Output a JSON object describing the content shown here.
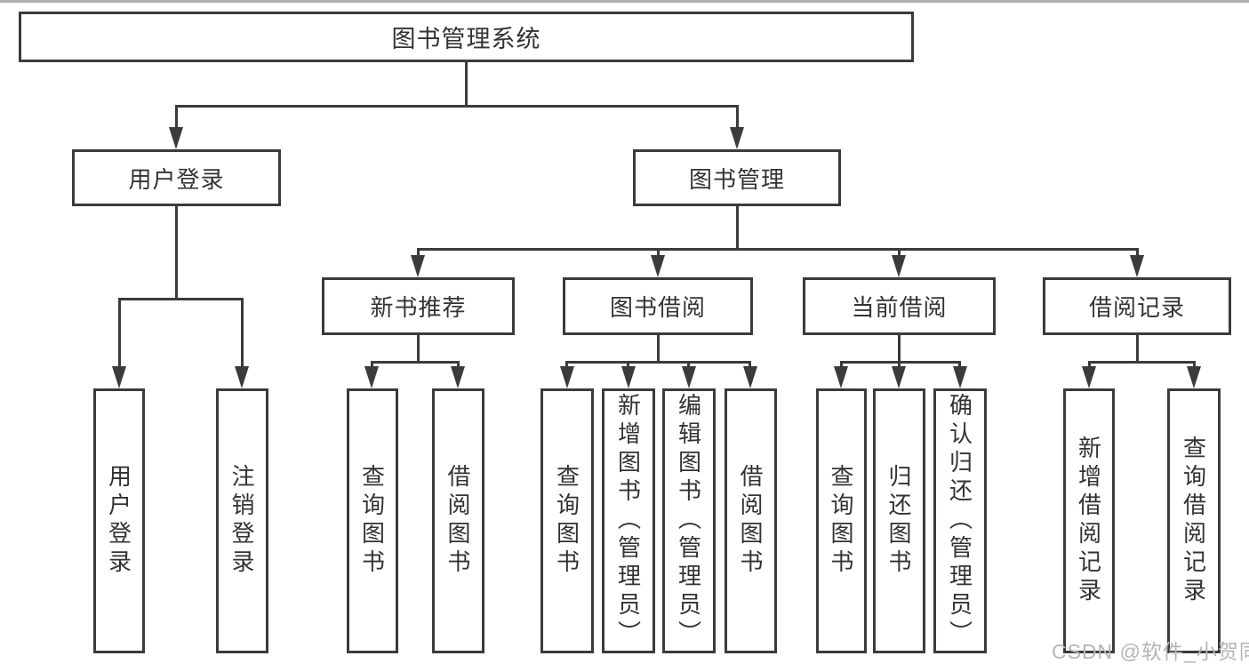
{
  "diagram": {
    "title": "图书管理系统",
    "root": {
      "label": "图书管理系统"
    },
    "branches": [
      {
        "label": "用户登录",
        "children": [
          {
            "label": "用户登录"
          },
          {
            "label": "注销登录"
          }
        ]
      },
      {
        "label": "图书管理",
        "children": [
          {
            "label": "新书推荐",
            "children": [
              {
                "label": "查询图书"
              },
              {
                "label": "借阅图书"
              }
            ]
          },
          {
            "label": "图书借阅",
            "children": [
              {
                "label": "查询图书"
              },
              {
                "label": "新增图书（管理员）"
              },
              {
                "label": "编辑图书（管理员）"
              },
              {
                "label": "借阅图书"
              }
            ]
          },
          {
            "label": "当前借阅",
            "children": [
              {
                "label": "查询图书"
              },
              {
                "label": "归还图书"
              },
              {
                "label": "确认归还（管理员）"
              }
            ]
          },
          {
            "label": "借阅记录",
            "children": [
              {
                "label": "新增借阅记录"
              },
              {
                "label": "查询借阅记录"
              }
            ]
          }
        ]
      }
    ]
  },
  "watermark": {
    "text": "CSDN @软件_小贺同学"
  },
  "colors": {
    "box_border": "#3b3b3b",
    "connector": "#3b3b3b",
    "text": "#333333",
    "watermark": "#b5b5b5",
    "background": "#ffffff"
  }
}
